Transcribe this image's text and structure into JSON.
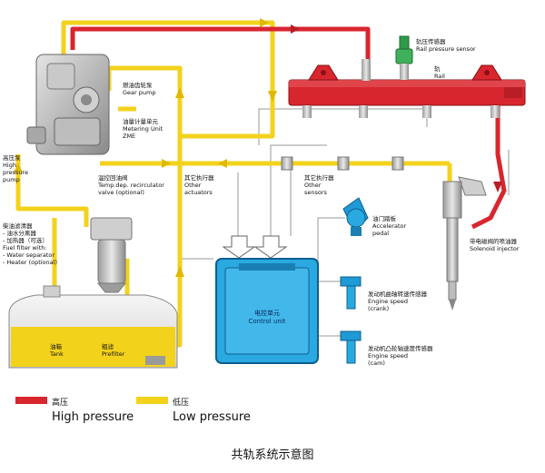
{
  "labels": {
    "rail_sensor": {
      "cn": "轨压传感器",
      "en": "Rail pressure sensor"
    },
    "rail": {
      "cn": "轨",
      "en": "Rail"
    },
    "gear_pump": {
      "cn": "燃油齿轮泵",
      "en": "Gear pump"
    },
    "metering_unit": {
      "cn": "油量计量单元",
      "en1": "Metering Unit",
      "en2": "ZME"
    },
    "hp_pump": {
      "cn": "高压泵",
      "en1": "High",
      "en2": "pressure",
      "en3": "pump"
    },
    "recirc_valve": {
      "cn": "温控回油阀",
      "en1": "Temp.dep. recirculator",
      "en2": "valve (optional)"
    },
    "other_actuators": {
      "cn": "其它执行器",
      "en1": "Other",
      "en2": "actuators"
    },
    "other_sensors": {
      "cn": "其它执行器",
      "en1": "Other",
      "en2": "sensors"
    },
    "fuel_filter": {
      "cn1": "柴油滤清器",
      "cn2": "- 油水分离器",
      "cn3": "- 加热器（可选）",
      "en1": "Fuel filter with:",
      "en2": "- Water separator",
      "en3": "- Heater (optional)"
    },
    "accelerator": {
      "cn": "油门踏板",
      "en1": "Accelerator",
      "en2": "pedal"
    },
    "injector": {
      "cn": "带电磁阀的喷油器",
      "en": "Solenoid injector"
    },
    "control_unit": {
      "cn": "电控单元",
      "en": "Control unit"
    },
    "crank_sensor": {
      "cn": "发动机曲轴转速传感器",
      "en1": "Engine speed",
      "en2": "(crank)"
    },
    "cam_sensor": {
      "cn": "发动机凸轮轴速度传感器",
      "en1": "Engine speed",
      "en2": "(cam)"
    },
    "tank": {
      "cn": "油箱",
      "en": "Tank"
    },
    "prefilter": {
      "cn": "粗滤",
      "en": "Prefilter"
    }
  },
  "legend": {
    "high": {
      "cn": "高压",
      "en": "High pressure",
      "color": "#d8262f"
    },
    "low": {
      "cn": "低压",
      "en": "Low pressure",
      "color": "#f3d21c"
    }
  },
  "caption": "共轨系统示意图",
  "colors": {
    "high": "#d8262f",
    "low": "#f3d21c",
    "ecu": "#2aa9e0",
    "sensor": "#1e9ad6",
    "line": "#9a9a9a"
  }
}
